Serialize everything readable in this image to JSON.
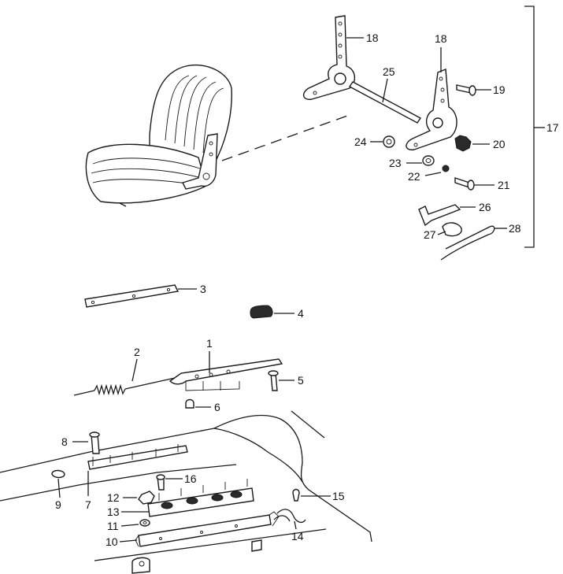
{
  "diagram": {
    "labels": {
      "1": "1",
      "2": "2",
      "3": "3",
      "4": "4",
      "5": "5",
      "6": "6",
      "7": "7",
      "8": "8",
      "9": "9",
      "10": "10",
      "11": "11",
      "12": "12",
      "13": "13",
      "14": "14",
      "15": "15",
      "16": "16",
      "17": "17",
      "18a": "18",
      "18b": "18",
      "19": "19",
      "20": "20",
      "21": "21",
      "22": "22",
      "23": "23",
      "24": "24",
      "25": "25",
      "26": "26",
      "27": "27",
      "28": "28"
    }
  }
}
